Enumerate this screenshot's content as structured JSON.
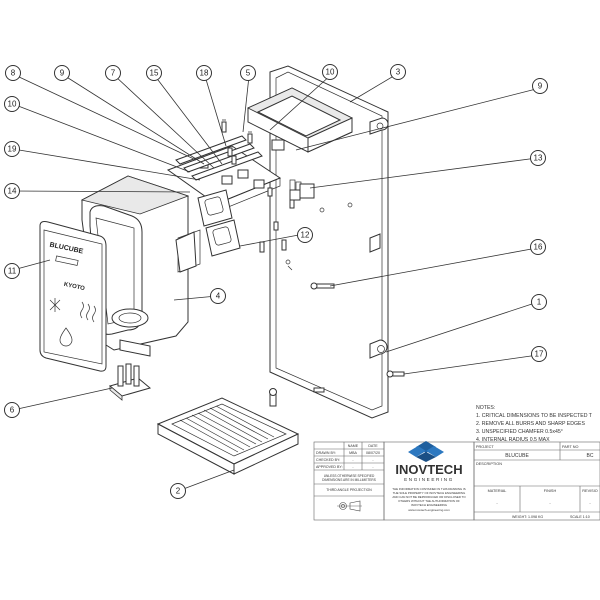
{
  "balloons": [
    {
      "id": "b8",
      "label": "8"
    },
    {
      "id": "b9a",
      "label": "9"
    },
    {
      "id": "b7",
      "label": "7"
    },
    {
      "id": "b15",
      "label": "15"
    },
    {
      "id": "b18",
      "label": "18"
    },
    {
      "id": "b5",
      "label": "5"
    },
    {
      "id": "b10a",
      "label": "10"
    },
    {
      "id": "b3",
      "label": "3"
    },
    {
      "id": "b10b",
      "label": "10"
    },
    {
      "id": "b9b",
      "label": "9"
    },
    {
      "id": "b19",
      "label": "19"
    },
    {
      "id": "b14",
      "label": "14"
    },
    {
      "id": "b13",
      "label": "13"
    },
    {
      "id": "b12",
      "label": "12"
    },
    {
      "id": "b16",
      "label": "16"
    },
    {
      "id": "b11",
      "label": "11"
    },
    {
      "id": "b4",
      "label": "4"
    },
    {
      "id": "b1",
      "label": "1"
    },
    {
      "id": "b17",
      "label": "17"
    },
    {
      "id": "b6",
      "label": "6"
    },
    {
      "id": "b2",
      "label": "2"
    }
  ],
  "faceplate": {
    "brand": "BLUCUBE",
    "model": "KYOTO"
  },
  "notes": {
    "heading": "NOTES:",
    "items": [
      "1.      CRITICAL DIMENSIONS TO BE INSPECTED T",
      "2. REMOVE ALL BURRS AND SHARP EDGES",
      "3. UNSPECIFIED CHAMFER 0.5x45°",
      "4. INTERNAL RADIUS 0.5 MAX"
    ]
  },
  "title_block": {
    "col_name": "NAME",
    "col_date": "DATE",
    "drawn_by_label": "DRAWN BY:",
    "drawn_by_name": "MBA",
    "drawn_by_date": "08/07/20",
    "checked_by_label": "CHECKED BY:",
    "checked_by_name": "-",
    "checked_by_date": "-",
    "approved_by_label": "APPROVED BY:",
    "approved_by_name": "-",
    "approved_by_date": "-",
    "units_note_1": "UNLESS OTHERWISE SPECIFIED",
    "units_note_2": "DIMENSIONS ARE IN MILLIMETERS",
    "projection_label": "THIRD ANGLE PROJECTION",
    "company_name": "INOVTECH",
    "company_sub": "ENGINEERING",
    "confidential_1": "THE INFORMATION CONTAINED IN THIS DRAWING IS",
    "confidential_2": "THE SOLE PROPERTY OF INOVTECH ENGINEERING",
    "confidential_3": "AND CAN NOT BE REPRODUCED OR DISCLOSED TO",
    "confidential_4": "OTHERS WITHOUT THE AUTHORIZATION OF",
    "confidential_5": "INOVTECH ENGINEERING",
    "website": "www.inovtech-engineering.com",
    "project_label": "PROJECT",
    "part_no_label": "PART NO",
    "project_value": "BLUCUBE",
    "part_no_value": "BC",
    "description_label": "DESCRIPTION",
    "material_label": "MATERIAL",
    "finish_label": "FINISH",
    "revision_label": "REVISIO",
    "material_value": "-",
    "finish_value": "-",
    "revision_value": "-",
    "weight_label": "WEIGHT:",
    "weight_value": "1.098 KG",
    "scale_label": "SCALE 1:10"
  }
}
